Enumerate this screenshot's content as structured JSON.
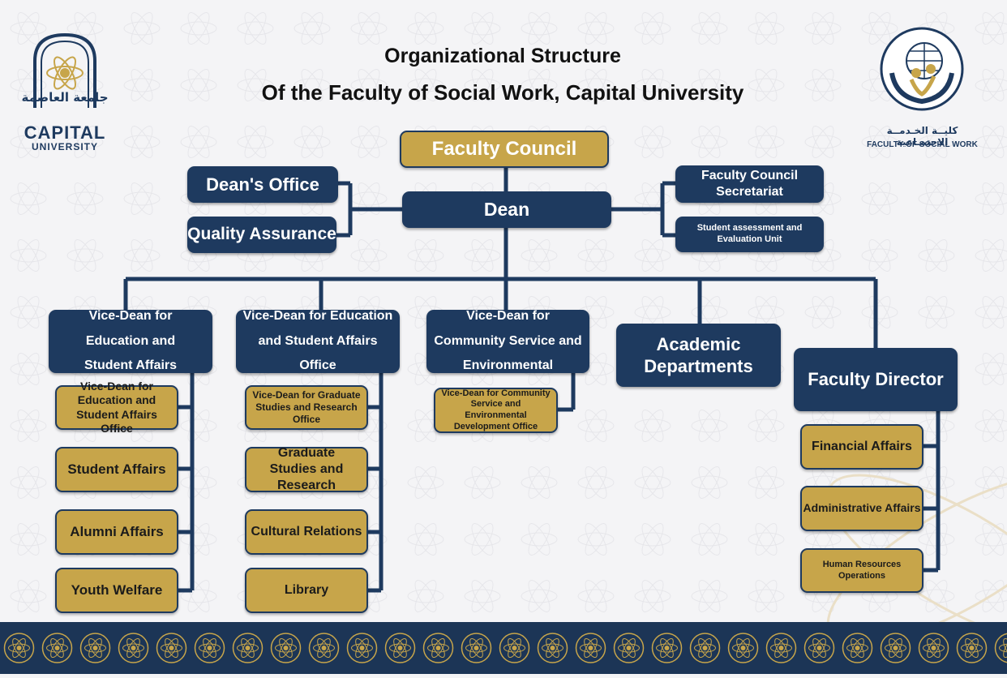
{
  "header": {
    "title_line1": "Organizational Structure",
    "title_line2": "Of the Faculty of Social Work, Capital University"
  },
  "left_logo": {
    "arabic": "جامعة العاصمة",
    "capital": "CAPITAL",
    "university": "UNIVERSITY"
  },
  "right_logo": {
    "arabic": "كليــة الخـدمــة الاجتمـاعية",
    "english": "FACULTY OF SOCIAL WORK"
  },
  "chart": {
    "faculty_council": "Faculty Council",
    "dean": "Dean",
    "deans_office": "Dean's Office",
    "quality_assurance": "Quality Assurance",
    "faculty_council_secretariat": "Faculty Council Secretariat",
    "student_assessment_unit": "Student assessment and Evaluation Unit",
    "vd_education": "Vice-Dean for Education and Student Affairs",
    "vd_education_office": "Vice-Dean for Education and Student Affairs Office",
    "vd_community": "Vice-Dean for Community Service and Environmental",
    "academic_departments": "Academic Departments",
    "faculty_director": "Faculty Director",
    "col1": [
      "Vice-Dean for Education and Student Affairs Office",
      "Student Affairs",
      "Alumni Affairs",
      "Youth Welfare"
    ],
    "col2": [
      "Vice-Dean for Graduate Studies and Research Office",
      "Graduate Studies and Research",
      "Cultural Relations",
      "Library"
    ],
    "col3": [
      "Vice-Dean for Community Service and Environmental Development Office"
    ],
    "col5": [
      "Financial Affairs",
      "Administrative Affairs",
      "Human Resources Operations"
    ]
  },
  "colors": {
    "navy": "#1e3a5f",
    "gold": "#c7a54a",
    "background": "#f4f4f6",
    "footer": "#1c3556"
  }
}
